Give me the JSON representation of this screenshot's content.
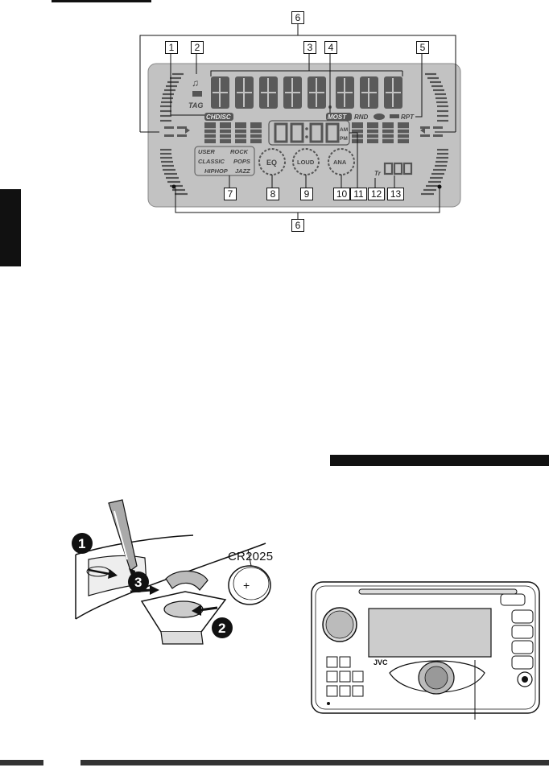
{
  "display_diagram": {
    "callouts": [
      "1",
      "2",
      "3",
      "4",
      "5",
      "6",
      "7",
      "8",
      "9",
      "10",
      "11",
      "12",
      "13"
    ],
    "segments": {
      "chdisc": "CHDISC",
      "tag": "TAG",
      "most": "MOST",
      "rnd": "RND",
      "rpt": "RPT",
      "am": "AM",
      "pm": "PM",
      "eq": "EQ",
      "loud": "LOUD",
      "ana": "ANA",
      "tr": "Tr",
      "sound_modes": [
        "USER",
        "ROCK",
        "CLASSIC",
        "POPS",
        "HIPHOP",
        "JAZZ"
      ]
    },
    "colors": {
      "lcd": "#bfbfbf",
      "segment": "#555555"
    }
  },
  "remote_battery": {
    "battery_label": "CR2025",
    "steps": [
      "1",
      "2",
      "3"
    ]
  },
  "unit": {
    "brand": "JVC"
  }
}
